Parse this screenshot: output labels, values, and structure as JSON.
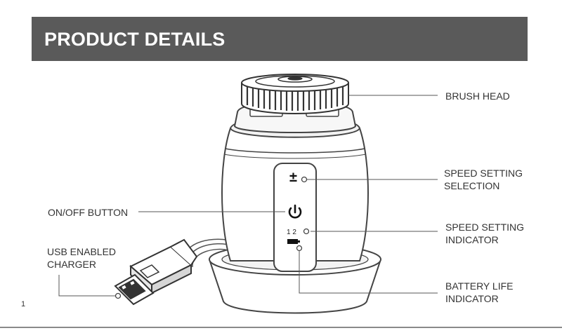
{
  "header": {
    "title": "PRODUCT DETAILS"
  },
  "labels": {
    "brush_head": "BRUSH HEAD",
    "speed_setting_selection_1": "SPEED SETTING",
    "speed_setting_selection_2": "SELECTION",
    "on_off_button": "ON/OFF BUTTON",
    "speed_setting_indicator_1": "SPEED SETTING",
    "speed_setting_indicator_2": "INDICATOR",
    "usb_charger_1": "USB ENABLED",
    "usb_charger_2": "CHARGER",
    "battery_life_1": "BATTERY LIFE",
    "battery_life_2": "INDICATOR"
  },
  "device_panel": {
    "plus_minus_symbol": "±",
    "speed_numbers": "1  2"
  },
  "page": {
    "number": "1"
  },
  "colors": {
    "header_bg": "#5a5a5a",
    "header_text": "#ffffff",
    "line": "#444444",
    "label_text": "#333333"
  }
}
